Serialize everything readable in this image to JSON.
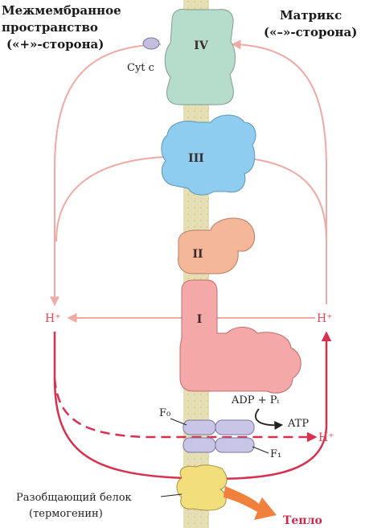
{
  "headers": {
    "left": [
      "Межмембранное",
      "пространство",
      "(«+»-сторона)"
    ],
    "right": [
      "Матрикс",
      "(«–»-сторона)"
    ]
  },
  "complexes": {
    "c1": "I",
    "c2": "II",
    "c3": "III",
    "c4": "IV"
  },
  "labels": {
    "cytc": "Cyt c",
    "h_left": "H⁺",
    "h_right_upper": "H⁺",
    "h_right_lower": "H⁺",
    "f0": "F₀",
    "f1": "F₁",
    "adp": "ADP + Pᵢ",
    "atp": "ATP",
    "uncoupler": [
      "Разобщающий белок",
      "(термогенин)"
    ],
    "heat": "Тепло"
  },
  "colors": {
    "arrow_pink": "#f0a9a4",
    "arrow_red": "#d8304e",
    "complex_I": "#f4a8a8",
    "complex_II": "#f5b79a",
    "complex_III": "#8fcdf0",
    "complex_IV": "#b6dccb",
    "atp_synthase": "#c9c5e6",
    "thermogenin": "#f3de7c",
    "heat_arrow": "#f0803c",
    "membrane": "#e4dcae"
  }
}
